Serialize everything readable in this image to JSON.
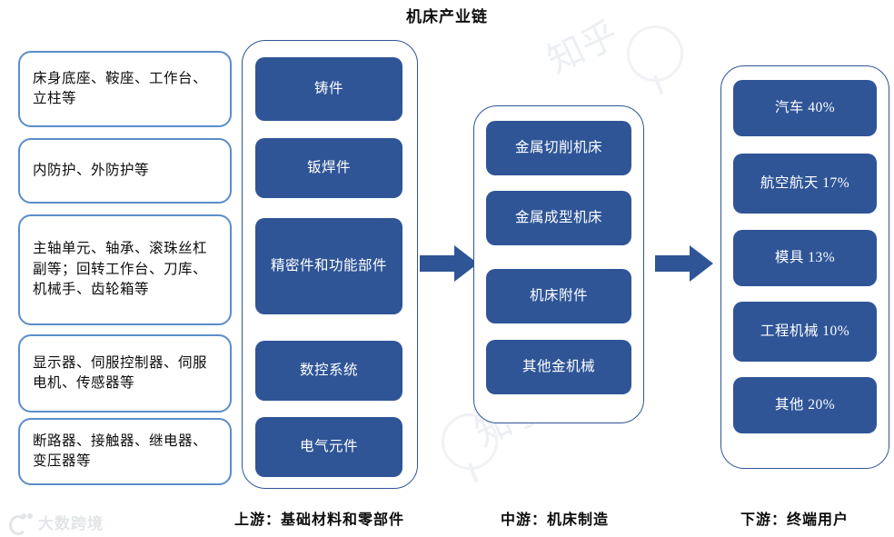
{
  "title": "机床产业链",
  "colors": {
    "box_fill": "#2F5597",
    "container_border": "#2F5597",
    "desc_border": "#5B8EC9",
    "arrow": "#2F5597",
    "text_light": "#FFFFFF",
    "text_dark": "#0D0D0D"
  },
  "upstream": {
    "descriptions": [
      "床身底座、鞍座、工作台、立柱等",
      "内防护、外防护等",
      "主轴单元、轴承、滚珠丝杠副等；回转工作台、刀库、机械手、齿轮箱等",
      "显示器、伺服控制器、伺服电机、传感器等",
      "断路器、接触器、继电器、变压器等"
    ],
    "items": [
      "铸件",
      "钣焊件",
      "精密件和功能部件",
      "数控系统",
      "电气元件"
    ],
    "caption": "上游：基础材料和零部件"
  },
  "midstream": {
    "items": [
      "金属切削机床",
      "金属成型机床",
      "机床附件",
      "其他金机械"
    ],
    "caption": "中游：机床制造"
  },
  "downstream": {
    "items": [
      "汽车 40%",
      "航空航天 17%",
      "模具 13%",
      "工程机械 10%",
      "其他 20%"
    ],
    "caption": "下游：终端用户"
  },
  "arrows": {
    "upstream_to_midstream": "arrow-right-icon",
    "midstream_to_downstream": "arrow-right-icon"
  },
  "watermark": {
    "text": "知乎",
    "brand": "大数跨境"
  },
  "chart_data": {
    "type": "pie",
    "title": "下游：终端用户",
    "categories": [
      "汽车",
      "航空航天",
      "模具",
      "工程机械",
      "其他"
    ],
    "values": [
      40,
      17,
      13,
      10,
      20
    ],
    "unit": "%",
    "xlabel": "",
    "ylabel": "",
    "legend": "right-column-boxes"
  }
}
